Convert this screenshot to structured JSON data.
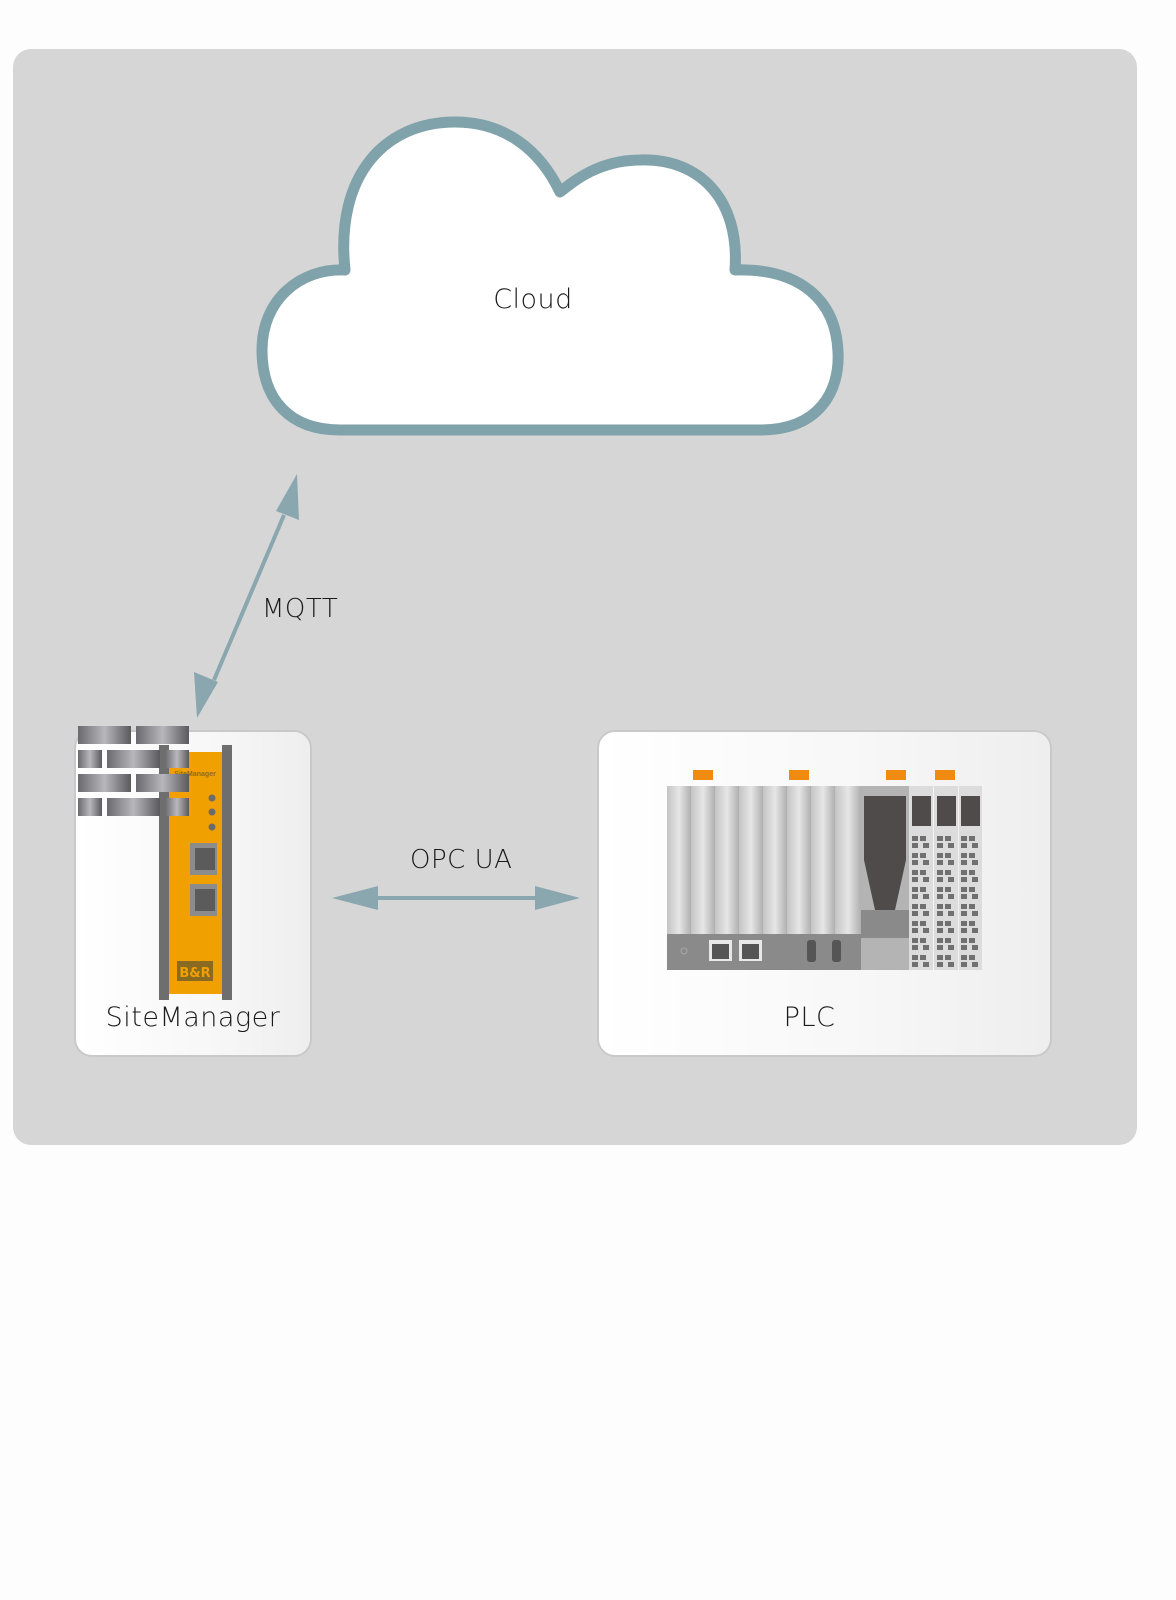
{
  "diagram": {
    "nodes": {
      "cloud": {
        "label": "Cloud"
      },
      "sitemanager": {
        "label": "SiteManager",
        "device_print": "SiteManager",
        "brand_logo": "B&R"
      },
      "plc": {
        "label": "PLC"
      }
    },
    "connections": [
      {
        "from": "sitemanager",
        "to": "cloud",
        "protocol": "MQTT",
        "direction": "bidirectional"
      },
      {
        "from": "sitemanager",
        "to": "plc",
        "protocol": "OPC UA",
        "direction": "bidirectional"
      }
    ],
    "colors": {
      "panel_background": "#d6d6d6",
      "cloud_outline": "#7fa2ab",
      "arrow": "#8aa6ae",
      "device_orange": "#f0a000",
      "plc_accent_orange": "#f08a10"
    }
  }
}
